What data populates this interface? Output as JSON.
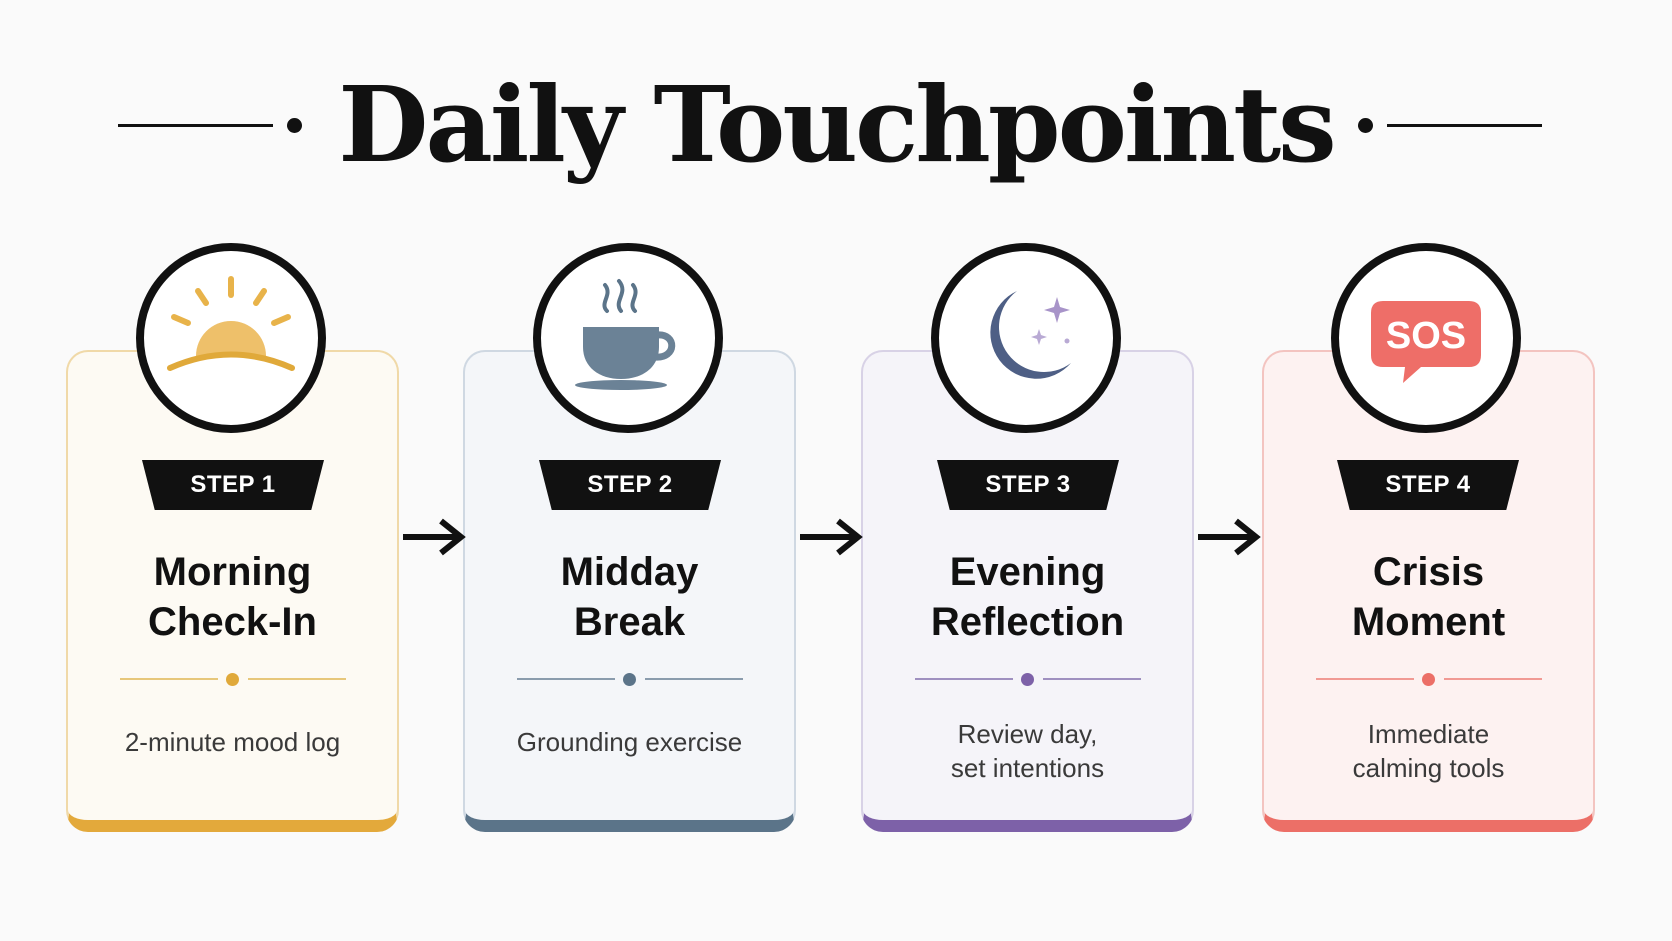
{
  "title": "Daily Touchpoints",
  "steps": [
    {
      "badge": "STEP 1",
      "title": "Morning\nCheck-In",
      "description": "2-minute mood log",
      "icon": "sunrise-icon",
      "accent": "#e3a93b"
    },
    {
      "badge": "STEP 2",
      "title": "Midday\nBreak",
      "description": "Grounding exercise",
      "icon": "coffee-cup-icon",
      "accent": "#5b7489"
    },
    {
      "badge": "STEP 3",
      "title": "Evening\nReflection",
      "description": "Review day,\nset intentions",
      "icon": "moon-stars-icon",
      "accent": "#7d61a8"
    },
    {
      "badge": "STEP 4",
      "title": "Crisis\nMoment",
      "description": "Immediate\ncalming tools",
      "icon": "sos-bubble-icon",
      "accent": "#ec6f67",
      "icon_text": "SOS"
    }
  ],
  "connector_icon": "arrow-right-icon"
}
